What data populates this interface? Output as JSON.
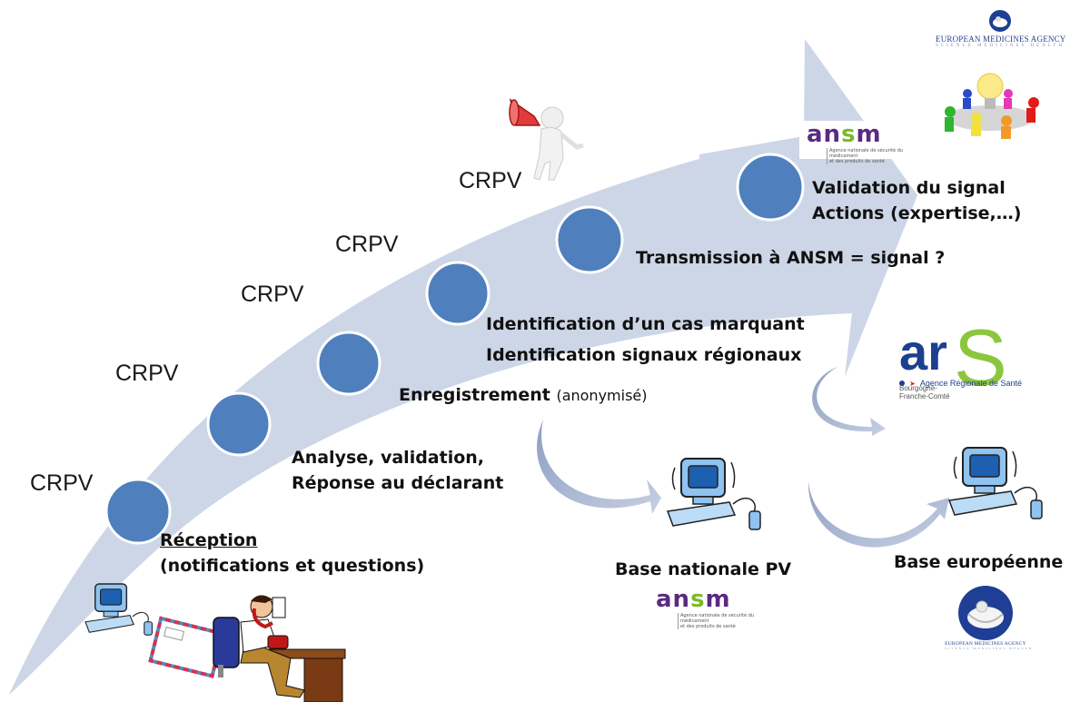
{
  "diagram": {
    "title_labels": {
      "actor": "CRPV"
    },
    "actor_labels": [
      "CRPV",
      "CRPV",
      "CRPV",
      "CRPV",
      "CRPV"
    ],
    "steps": [
      {
        "id": "reception",
        "title": "Réception",
        "subtitle": "(notifications et questions)"
      },
      {
        "id": "analyse",
        "line1": "Analyse, validation,",
        "line2": "Réponse au déclarant"
      },
      {
        "id": "enregistrement",
        "title": "Enregistrement",
        "note": "(anonymisé)"
      },
      {
        "id": "identification",
        "line1": "Identification d’un cas marquant",
        "line2": "Identification signaux régionaux"
      },
      {
        "id": "transmission",
        "title": "Transmission à ANSM = signal ?"
      },
      {
        "id": "validation",
        "line1": "Validation du signal",
        "line2": "Actions (expertise,…)"
      }
    ],
    "databases": {
      "national": "Base nationale PV",
      "european": "Base européenne"
    },
    "logos": {
      "ansm": {
        "a": "an",
        "s": "s",
        "m": "m",
        "sub1": "Agence nationale de sécurité du médicament",
        "sub2": "et des produits de santé"
      },
      "ema": {
        "name": "EUROPEAN MEDICINES AGENCY",
        "tagline": "SCIENCE  MEDICINES  HEALTH"
      },
      "ars": {
        "ar": "ar",
        "s": "S",
        "name": "Agence Régionale de Santé",
        "region1": "Bourgogne-",
        "region2": "Franche-Comté"
      }
    },
    "colors": {
      "arrow": "#cdd6e6",
      "circle": "#4f7fbd",
      "circle_border": "#ffffff",
      "curved_arrow": "#a9b7cf",
      "ansm_purple": "#5a2a83",
      "ansm_green": "#7ab929",
      "ema_blue": "#1f3f96",
      "ars_blue": "#1d3f8f",
      "ars_green": "#8cc63f"
    }
  }
}
